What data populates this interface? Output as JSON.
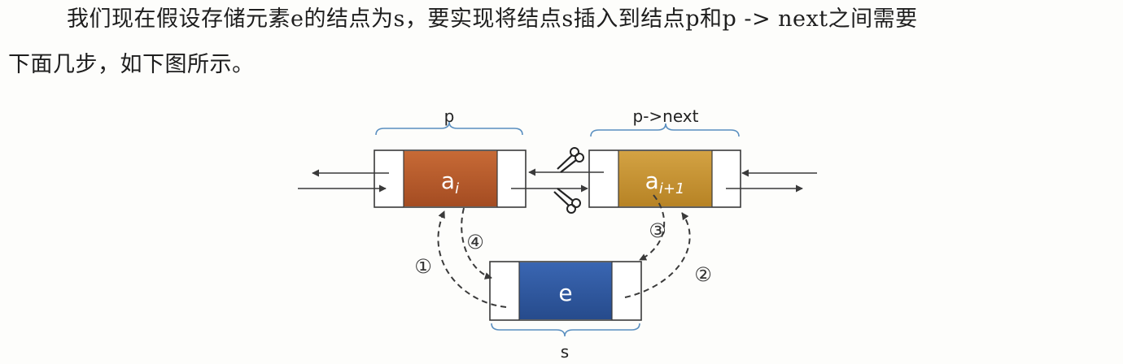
{
  "text": {
    "line1": "我们现在假设存储元素e的结点为s，要实现将结点s插入到结点p和p -> next之间需要",
    "line2": "下面几步，如下图所示。"
  },
  "diagram": {
    "label_p": "p",
    "label_pnext": "p->next",
    "label_s": "s",
    "node_p": {
      "base": "a",
      "sub": "i"
    },
    "node_pnext": {
      "base": "a",
      "sub": "i+1"
    },
    "node_s": "e",
    "steps": [
      "①",
      "②",
      "③",
      "④"
    ],
    "colors": {
      "node_p": "#b85a2c",
      "node_pnext": "#c8962e",
      "node_s": "#2f58a0",
      "stroke": "#3a3a3a"
    }
  }
}
